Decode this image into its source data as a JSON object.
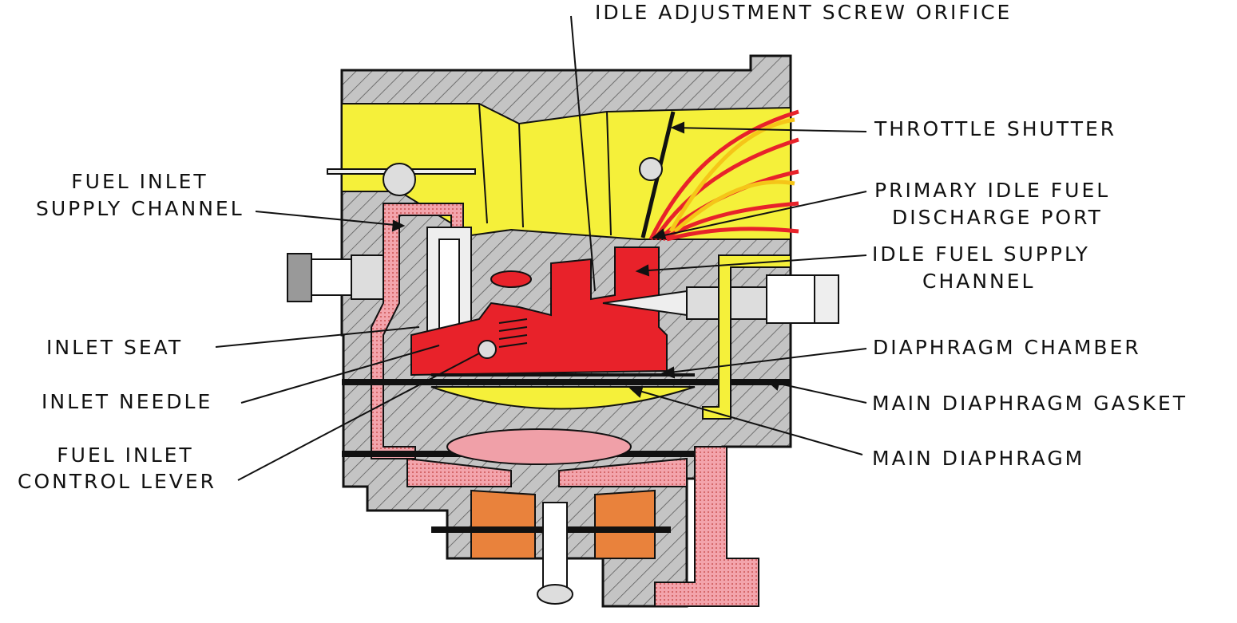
{
  "title": "Carburetor cross-section (idle operation)",
  "colors": {
    "body": "#bdbdbd",
    "air": "#f5f03a",
    "fuel": "#e8222a",
    "fuel_light": "#f0a0a8",
    "pump": "#e9823c",
    "ink": "#111111"
  },
  "labels": {
    "idle_adjustment_screw_orifice": "IDLE ADJUSTMENT SCREW ORIFICE",
    "throttle_shutter": "THROTTLE SHUTTER",
    "primary_idle_fuel_discharge_port_1": "PRIMARY IDLE FUEL",
    "primary_idle_fuel_discharge_port_2": "DISCHARGE PORT",
    "idle_fuel_supply_channel_1": "IDLE FUEL SUPPLY",
    "idle_fuel_supply_channel_2": "CHANNEL",
    "diaphragm_chamber": "DIAPHRAGM CHAMBER",
    "main_diaphragm_gasket": "MAIN DIAPHRAGM GASKET",
    "main_diaphragm": "MAIN DIAPHRAGM",
    "fuel_inlet_supply_channel_1": "FUEL INLET",
    "fuel_inlet_supply_channel_2": "SUPPLY CHANNEL",
    "inlet_seat": "INLET SEAT",
    "inlet_needle": "INLET NEEDLE",
    "fuel_inlet_control_lever_1": "FUEL INLET",
    "fuel_inlet_control_lever_2": "CONTROL LEVER"
  }
}
